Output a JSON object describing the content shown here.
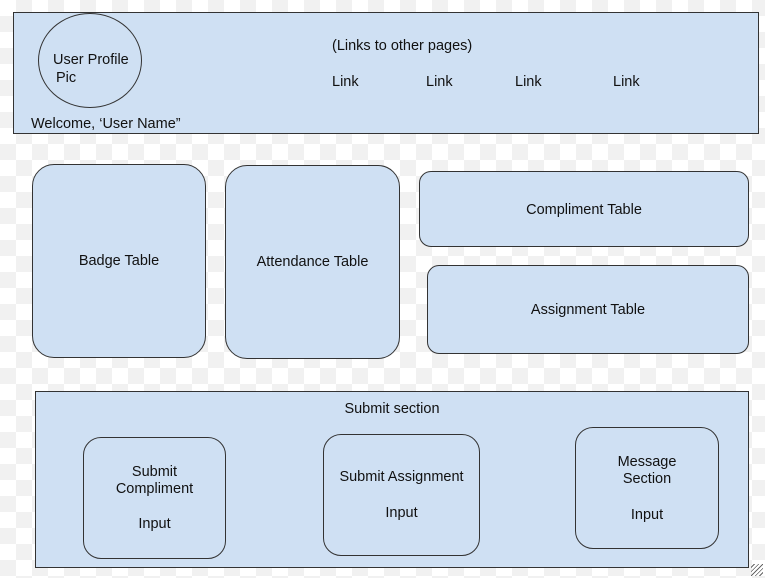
{
  "header": {
    "profile_pic_label_line1": "User Profile",
    "profile_pic_label_line2": "Pic",
    "links_caption": "(Links to other pages)",
    "links": [
      "Link",
      "Link",
      "Link",
      "Link"
    ],
    "welcome_text": "Welcome, ‘User Name”"
  },
  "tables": {
    "badge": "Badge Table",
    "attendance": "Attendance Table",
    "compliment": "Compliment Table",
    "assignment": "Assignment Table"
  },
  "submit": {
    "title": "Submit section",
    "compliment_line1": "Submit",
    "compliment_line2": "Compliment",
    "compliment_input": "Input",
    "assignment_line1": "Submit Assignment",
    "assignment_input": "Input",
    "message_line1": "Message",
    "message_line2": "Section",
    "message_input": "Input"
  },
  "colors": {
    "fill": "#cfe0f3",
    "stroke": "#333333"
  }
}
